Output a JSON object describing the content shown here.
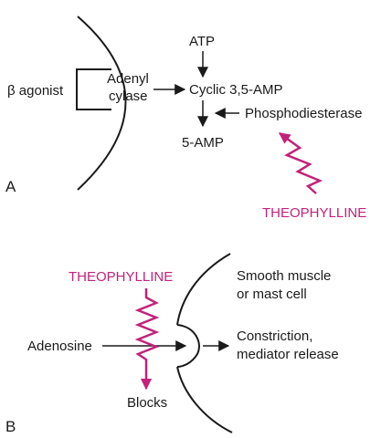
{
  "panel_a": {
    "label": "A",
    "beta_agonist": "β agonist",
    "adenyl_line1": "Adenyl",
    "adenyl_line2": "cylase",
    "atp": "ATP",
    "cyclic_amp": "Cyclic 3,5-AMP",
    "phosphodiesterase": "Phosphodiesterase",
    "five_amp": "5-AMP",
    "theophylline": "THEOPHYLLINE"
  },
  "panel_b": {
    "label": "B",
    "theophylline": "THEOPHYLLINE",
    "smooth_line1": "Smooth muscle",
    "smooth_line2": "or mast cell",
    "adenosine": "Adenosine",
    "constriction_line1": "Constriction,",
    "constriction_line2": "mediator release",
    "blocks": "Blocks"
  },
  "colors": {
    "ink": "#1a1a1a",
    "theophylline": "#c2227a"
  }
}
